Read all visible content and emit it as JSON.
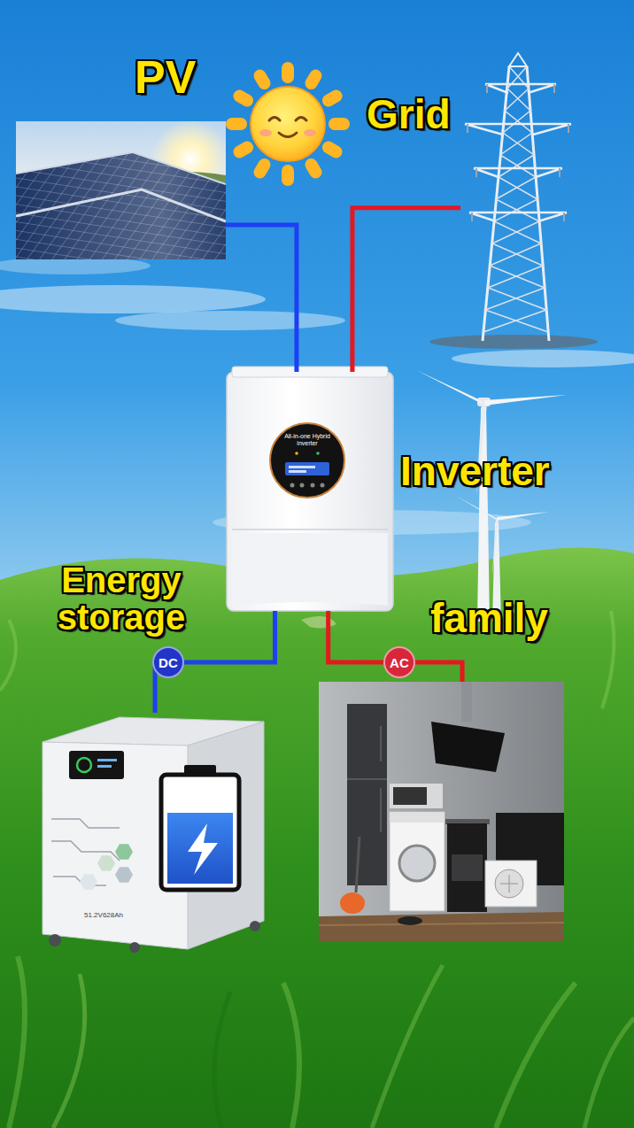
{
  "diagram": {
    "nodes": [
      {
        "text": [
          "PV"
        ]
      },
      {
        "text": [
          "Grid"
        ]
      },
      {
        "text": [
          "Inverter"
        ]
      },
      {
        "text": [
          "Energy storage"
        ]
      },
      {
        "text": [
          "family"
        ]
      }
    ],
    "edges": [
      {
        "from": 0,
        "to": 2,
        "arrow": "none"
      },
      {
        "from": 1,
        "to": 2,
        "arrow": "none"
      },
      {
        "from": 2,
        "to": 3,
        "label": "DC",
        "arrow": "none"
      },
      {
        "from": 2,
        "to": 4,
        "label": "AC",
        "arrow": "none"
      }
    ],
    "labels": [
      "All-in-one Hybrid inverter",
      "51.2V628Ah"
    ]
  }
}
